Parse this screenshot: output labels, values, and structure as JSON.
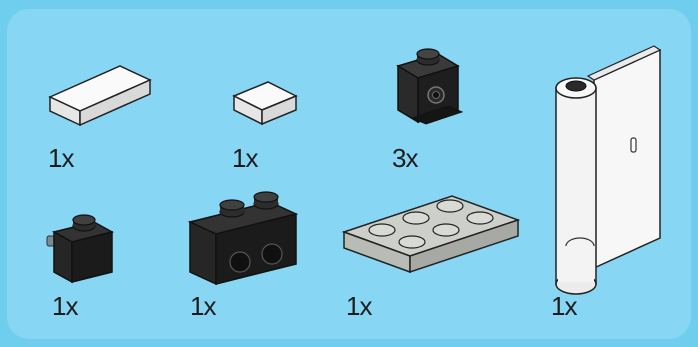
{
  "parts": [
    {
      "name": "tile-1x2-white",
      "quantity": "1x"
    },
    {
      "name": "tile-1x1-white",
      "quantity": "1x"
    },
    {
      "name": "brick-1x1-headlight-black",
      "quantity": "3x"
    },
    {
      "name": "door-hinge-panel-white",
      "quantity": "1x"
    },
    {
      "name": "brick-1x1-technic-pin-black",
      "quantity": "1x"
    },
    {
      "name": "brick-1x2-technic-holes-black",
      "quantity": "1x"
    },
    {
      "name": "plate-2x3-light-gray",
      "quantity": "1x"
    }
  ],
  "colors": {
    "background": "#6fcdee",
    "panel": "#87d6f3",
    "black_part": "#202020",
    "white_part": "#f4f4f4",
    "gray_part": "#c9cbc6"
  }
}
